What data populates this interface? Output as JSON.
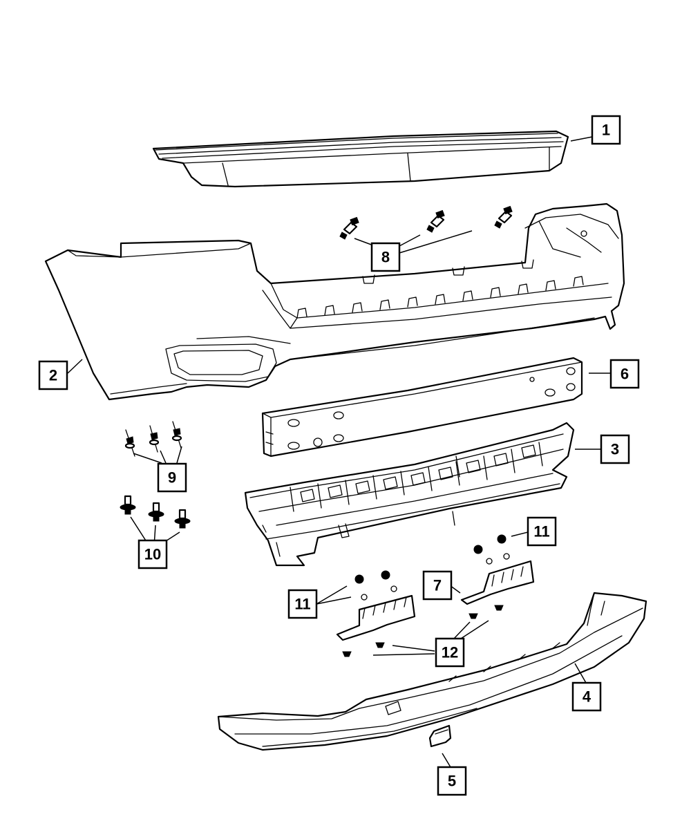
{
  "callouts": [
    {
      "id": "c1",
      "label": "1"
    },
    {
      "id": "c2",
      "label": "2"
    },
    {
      "id": "c3",
      "label": "3"
    },
    {
      "id": "c4",
      "label": "4"
    },
    {
      "id": "c5",
      "label": "5"
    },
    {
      "id": "c6",
      "label": "6"
    },
    {
      "id": "c7",
      "label": "7"
    },
    {
      "id": "c8",
      "label": "8"
    },
    {
      "id": "c9",
      "label": "9"
    },
    {
      "id": "c10",
      "label": "10"
    },
    {
      "id": "c11a",
      "label": "11"
    },
    {
      "id": "c11b",
      "label": "11"
    },
    {
      "id": "c12",
      "label": "12"
    }
  ]
}
